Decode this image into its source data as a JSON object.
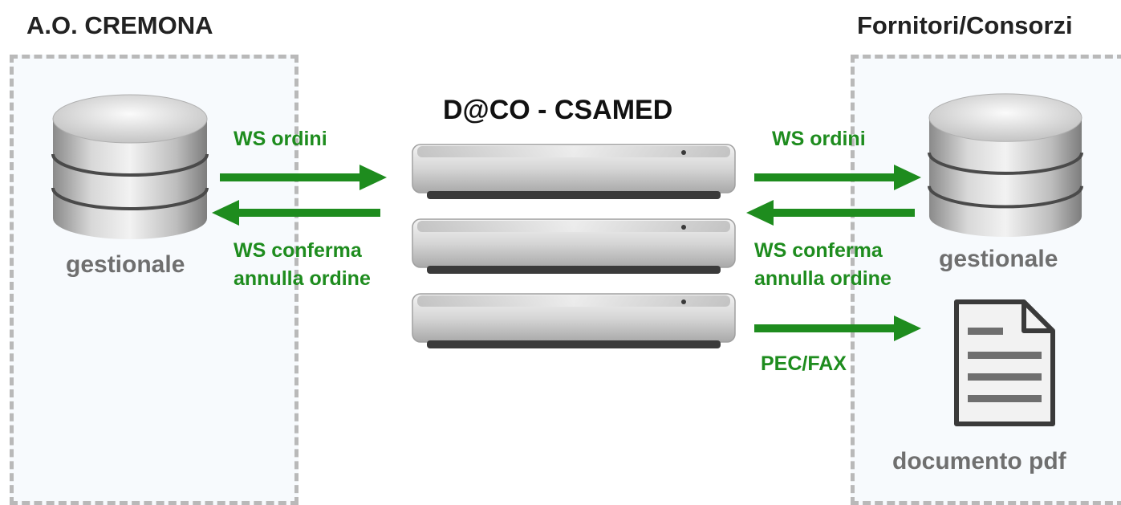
{
  "left_zone": {
    "title": "A.O. CREMONA",
    "system_label": "gestionale",
    "icon": "database-icon"
  },
  "center": {
    "title": "D@CO - CSAMED",
    "icon": "server-stack-icon"
  },
  "right_zone": {
    "title": "Fornitori/Consorzi",
    "system_label": "gestionale",
    "document_label": "documento pdf",
    "icons": [
      "database-icon",
      "document-icon"
    ]
  },
  "left_flows": {
    "to_center": "WS ordini",
    "from_center_line1": "WS conferma",
    "from_center_line2": "annulla ordine"
  },
  "right_flows": {
    "to_supplier": "WS ordini",
    "from_supplier_line1": "WS conferma",
    "from_supplier_line2": "annulla ordine",
    "to_document": "PEC/FAX"
  },
  "colors": {
    "arrow": "#1e8c1e",
    "zone_border": "#b9b9b9"
  }
}
